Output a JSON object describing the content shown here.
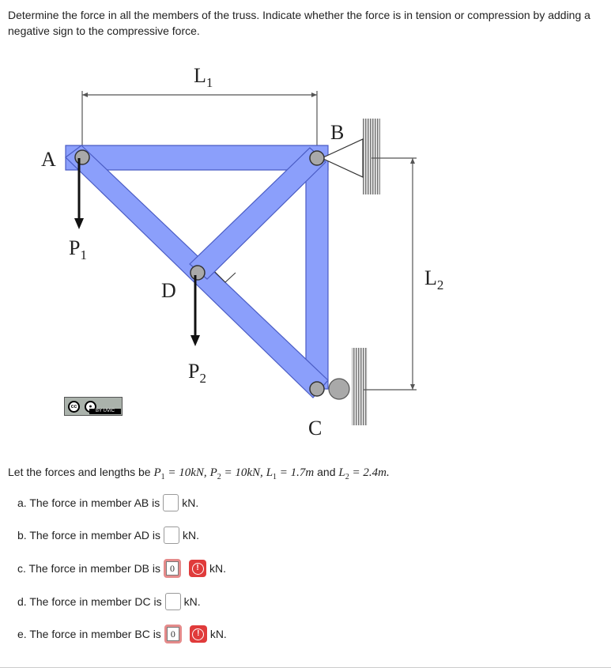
{
  "question": {
    "text": "Determine the force in all the members of the truss. Indicate whether the force is in tension or compression by adding a negative sign to the compressive force."
  },
  "figure": {
    "labels": {
      "A": "A",
      "B": "B",
      "C": "C",
      "D": "D",
      "P1": "P",
      "P1_sub": "1",
      "P2": "P",
      "P2_sub": "2",
      "L1": "L",
      "L1_sub": "1",
      "L2": "L",
      "L2_sub": "2"
    },
    "colors": {
      "member": "#8b9ffb",
      "member_stroke": "#4a5cc4",
      "pin": "#a9a9a9"
    },
    "license_badge": {
      "cc": "cc",
      "by": "BY UVIC"
    }
  },
  "given": {
    "prefix": "Let the forces and lengths be",
    "p1": "P",
    "p1_sub": "1",
    "p1_val": " = 10kN,",
    "p2": "P",
    "p2_sub": "2",
    "p2_val": " = 10kN,",
    "l1": "L",
    "l1_sub": "1",
    "l1_val": " = 1.7m",
    "and": "and",
    "l2": "L",
    "l2_sub": "2",
    "l2_val": " = 2.4m."
  },
  "parts": [
    {
      "label": "a. The force in member AB is",
      "value": "",
      "unit": "kN.",
      "error": false
    },
    {
      "label": "b. The force in member AD is",
      "value": "",
      "unit": "kN.",
      "error": false
    },
    {
      "label": "c. The force in member DB is",
      "value": "0",
      "unit": "kN.",
      "error": true
    },
    {
      "label": "d. The force in member DC is",
      "value": "",
      "unit": "kN.",
      "error": false
    },
    {
      "label": "e. The force in member BC is",
      "value": "0",
      "unit": "kN.",
      "error": true
    }
  ]
}
